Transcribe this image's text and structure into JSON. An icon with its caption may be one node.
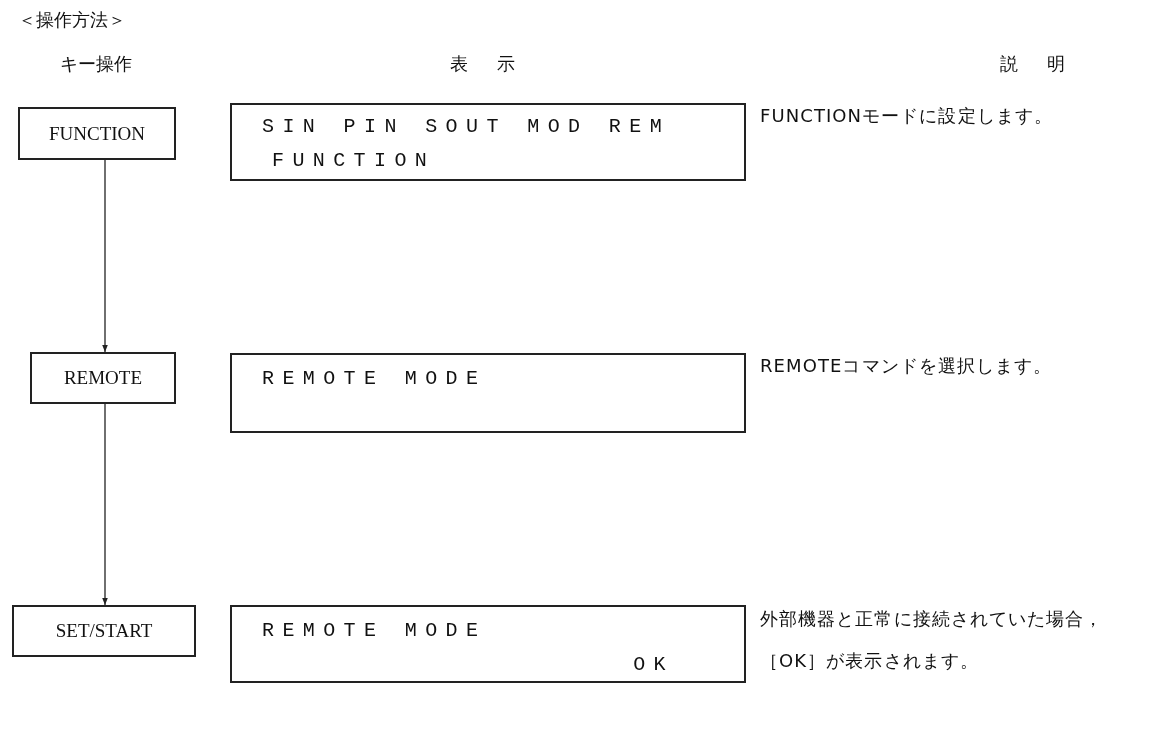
{
  "diagram": {
    "title": "＜操作方法＞",
    "nodes": [
      {
        "text": [
          "FUNCTION"
        ]
      },
      {
        "text": [
          "SIN PIN SOUT MOD REM",
          "FUNCTION"
        ]
      },
      {
        "text": [
          "REMOTE"
        ]
      },
      {
        "text": [
          "REMOTE MODE"
        ]
      },
      {
        "text": [
          "SET/START"
        ]
      },
      {
        "text": [
          "REMOTE MODE",
          "OK"
        ]
      }
    ],
    "edges": [
      {
        "from": 0,
        "to": 2,
        "arrow": "to"
      },
      {
        "from": 2,
        "to": 4,
        "arrow": "to"
      }
    ],
    "labels": [
      "キー操作",
      "表示",
      "説明",
      "FUNCTIONモードに設定します。",
      "REMOTEコマンドを選択します。",
      "外部機器と正常に接続されていた場合，［OK］が表示されます。"
    ]
  }
}
